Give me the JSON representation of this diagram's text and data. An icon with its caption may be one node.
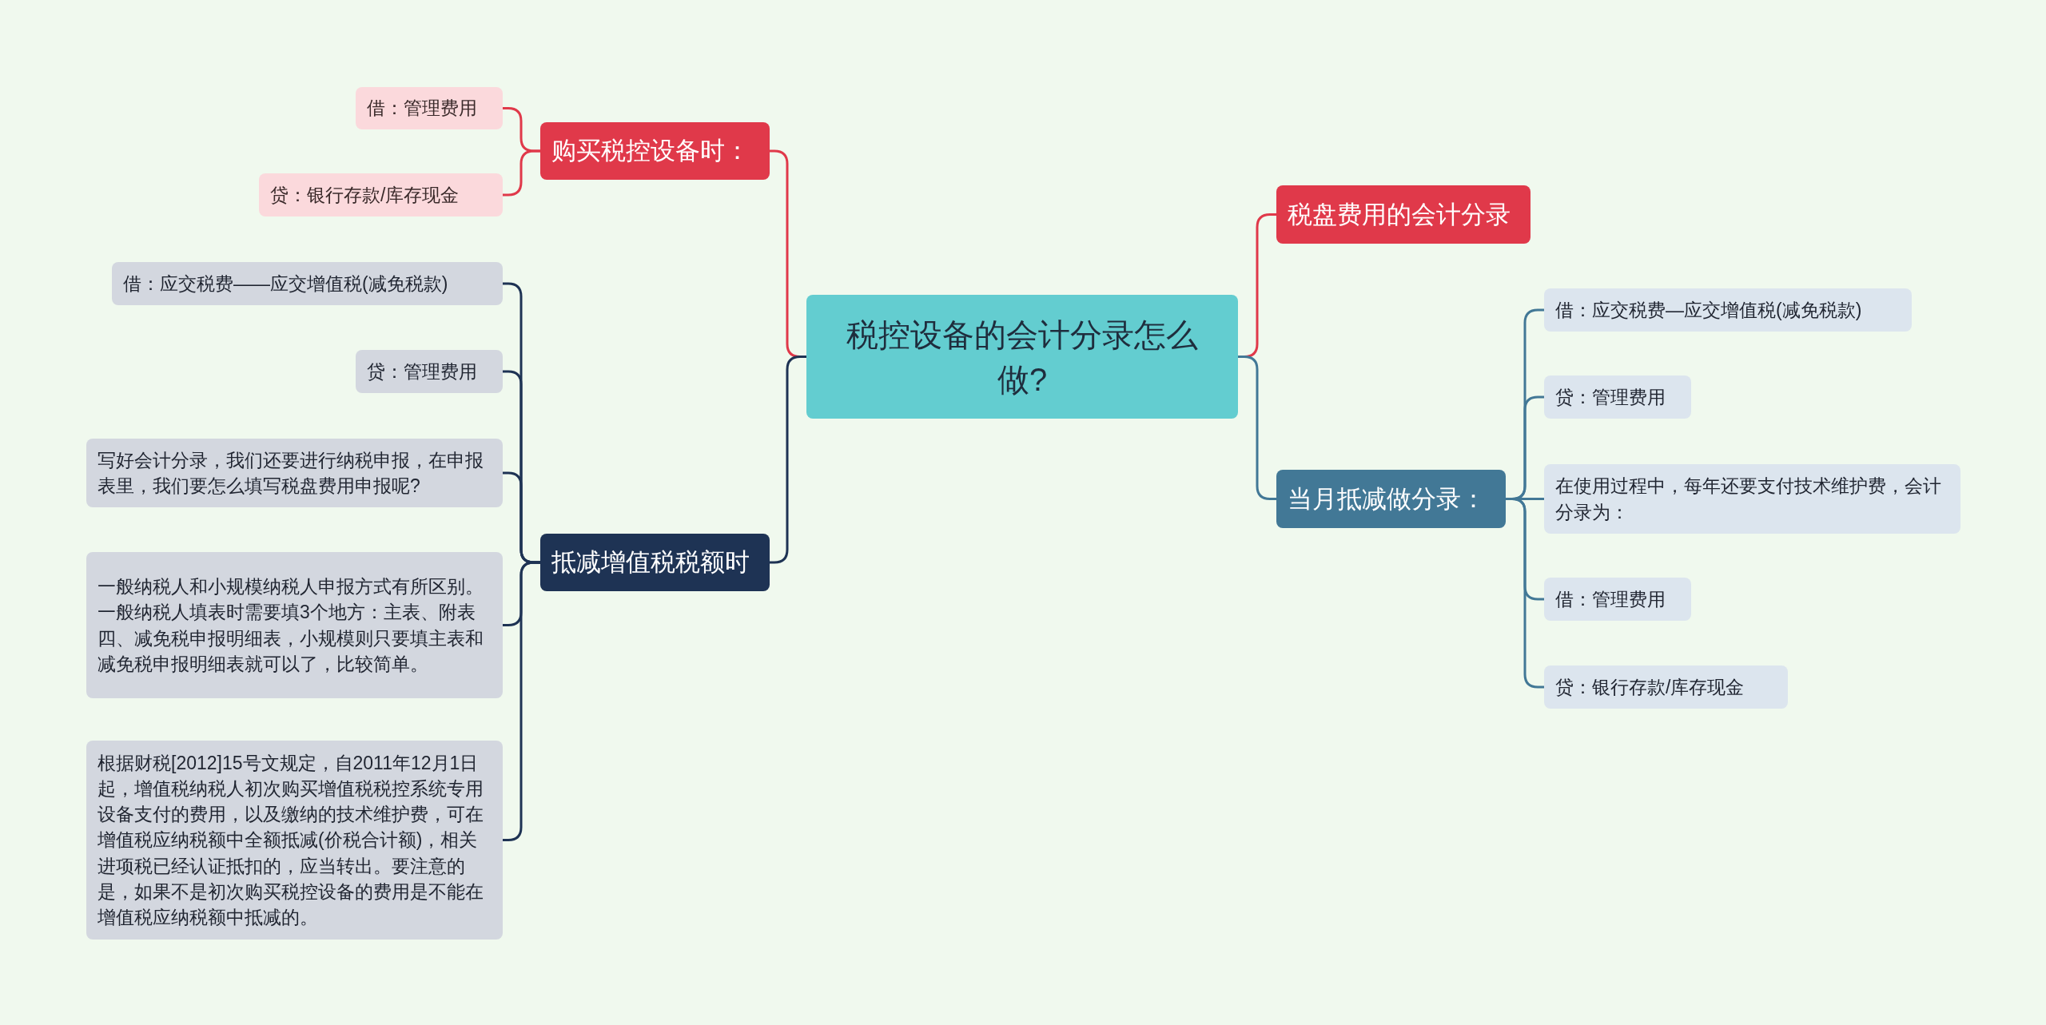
{
  "diagram": {
    "nodes": [
      {
        "text": [
          "税控设备的会计分录怎么做?"
        ]
      },
      {
        "text": [
          "购买税控设备时："
        ]
      },
      {
        "text": [
          "借：管理费用"
        ]
      },
      {
        "text": [
          "贷：银行存款/库存现金"
        ]
      },
      {
        "text": [
          "抵减增值税税额时"
        ]
      },
      {
        "text": [
          "借：应交税费——应交增值税(减免税款)"
        ]
      },
      {
        "text": [
          "贷：管理费用"
        ]
      },
      {
        "text": [
          "写好会计分录，我们还要进行纳税申报，在申报表里，我们要怎么填写税盘费用申报呢?"
        ]
      },
      {
        "text": [
          "一般纳税人和小规模纳税人申报方式有所区别。一般纳税人填表时需要填3个地方：主表、附表四、减免税申报明细表，小规模则只要填主表和减免税申报明细表就可以了，比较简单。"
        ]
      },
      {
        "text": [
          "根据财税[2012]15号文规定，自2011年12月1日起，增值税纳税人初次购买增值税税控系统专用设备支付的费用，以及缴纳的技术维护费，可在增值税应纳税额中全额抵减(价税合计额)，相关进项税已经认证抵扣的，应当转出。要注意的是，如果不是初次购买税控设备的费用是不能在增值税应纳税额中抵减的。"
        ]
      },
      {
        "text": [
          "税盘费用的会计分录"
        ]
      },
      {
        "text": [
          "当月抵减做分录："
        ]
      },
      {
        "text": [
          "借：应交税费—应交增值税(减免税款)"
        ]
      },
      {
        "text": [
          "贷：管理费用"
        ]
      },
      {
        "text": [
          "在使用过程中，每年还要支付技术维护费，会计分录为："
        ]
      },
      {
        "text": [
          "借：管理费用"
        ]
      },
      {
        "text": [
          "贷：银行存款/库存现金"
        ]
      }
    ],
    "edges": [
      {
        "from": 0,
        "to": 1,
        "arrow": "none",
        "color": "#e0394a"
      },
      {
        "from": 1,
        "to": 2,
        "arrow": "none",
        "color": "#e0394a"
      },
      {
        "from": 1,
        "to": 3,
        "arrow": "none",
        "color": "#e0394a"
      },
      {
        "from": 0,
        "to": 4,
        "arrow": "none",
        "color": "#1e3354"
      },
      {
        "from": 4,
        "to": 5,
        "arrow": "none",
        "color": "#1e3354"
      },
      {
        "from": 4,
        "to": 6,
        "arrow": "none",
        "color": "#1e3354"
      },
      {
        "from": 4,
        "to": 7,
        "arrow": "none",
        "color": "#1e3354"
      },
      {
        "from": 4,
        "to": 8,
        "arrow": "none",
        "color": "#1e3354"
      },
      {
        "from": 4,
        "to": 9,
        "arrow": "none",
        "color": "#1e3354"
      },
      {
        "from": 0,
        "to": 10,
        "arrow": "none",
        "color": "#e0394a"
      },
      {
        "from": 0,
        "to": 11,
        "arrow": "none",
        "color": "#427896"
      },
      {
        "from": 11,
        "to": 12,
        "arrow": "none",
        "color": "#427896"
      },
      {
        "from": 11,
        "to": 13,
        "arrow": "none",
        "color": "#427896"
      },
      {
        "from": 11,
        "to": 14,
        "arrow": "none",
        "color": "#427896"
      },
      {
        "from": 11,
        "to": 15,
        "arrow": "none",
        "color": "#427896"
      },
      {
        "from": 11,
        "to": 16,
        "arrow": "none",
        "color": "#427896"
      }
    ]
  }
}
